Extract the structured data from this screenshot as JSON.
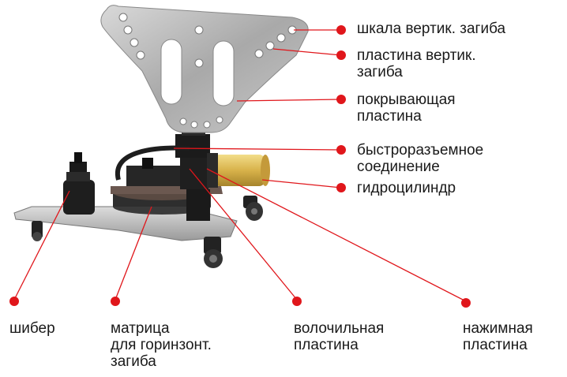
{
  "diagram": {
    "accent_color": "#e0161b",
    "machine_icon": "hydraulic-bender-illustration",
    "labels_right": [
      {
        "lines": [
          "шкала вертик. загиба"
        ]
      },
      {
        "lines": [
          "пластина вертик.",
          "загиба"
        ]
      },
      {
        "lines": [
          "покрывающая",
          "пластина"
        ]
      },
      {
        "lines": [
          "быстроразъемное",
          "соединение"
        ]
      },
      {
        "lines": [
          "гидроцилиндр"
        ]
      }
    ],
    "labels_bottom": [
      {
        "lines": [
          "шибер"
        ]
      },
      {
        "lines": [
          "матрица",
          "для горинзонт.",
          "загиба"
        ]
      },
      {
        "lines": [
          "волочильная",
          "пластина"
        ]
      },
      {
        "lines": [
          "нажимная",
          "пластина"
        ]
      }
    ]
  }
}
